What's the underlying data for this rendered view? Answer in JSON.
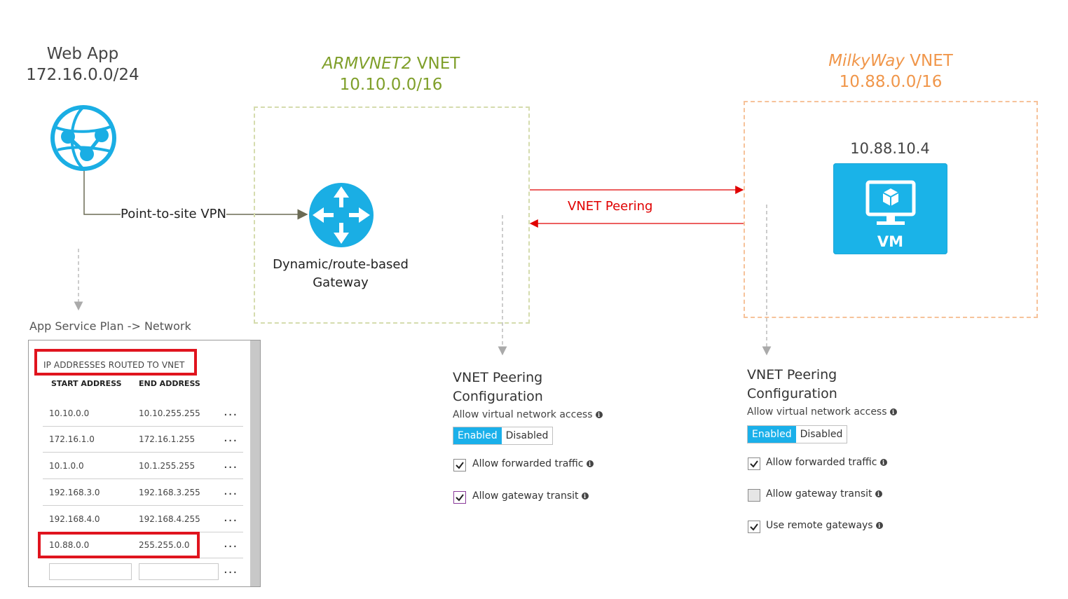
{
  "web_app": {
    "title": "Web App",
    "cidr": "172.16.0.0/24"
  },
  "arm_vnet": {
    "name": "ARMVNET2",
    "suffix": " VNET",
    "cidr": "10.10.0.0/16"
  },
  "milkyway_vnet": {
    "name": "MilkyWay",
    "suffix": " VNET",
    "cidr": "10.88.0.0/16"
  },
  "gateway": {
    "line1": "Dynamic/route-based",
    "line2": "Gateway"
  },
  "vm": {
    "ip": "10.88.10.4",
    "label": "VM"
  },
  "links": {
    "p2s": "Point-to-site VPN",
    "peering": "VNET Peering"
  },
  "app_service_plan": {
    "caption": "App Service Plan -> Network",
    "section_title": "IP ADDRESSES ROUTED TO VNET",
    "col_start": "START ADDRESS",
    "col_end": "END ADDRESS",
    "more": "...",
    "rows": [
      {
        "start": "10.10.0.0",
        "end": "10.10.255.255"
      },
      {
        "start": "172.16.1.0",
        "end": "172.16.1.255"
      },
      {
        "start": "10.1.0.0",
        "end": "10.1.255.255"
      },
      {
        "start": "192.168.3.0",
        "end": "192.168.3.255"
      },
      {
        "start": "192.168.4.0",
        "end": "192.168.4.255"
      },
      {
        "start": "10.88.0.0",
        "end": "255.255.0.0"
      }
    ]
  },
  "peering_left": {
    "title": "VNET Peering",
    "subtitle": "Configuration",
    "access_label": "Allow virtual network access",
    "enabled": "Enabled",
    "disabled": "Disabled",
    "forwarded": "Allow forwarded traffic",
    "gateway_transit": "Allow gateway transit"
  },
  "peering_right": {
    "title": "VNET Peering",
    "subtitle": "Configuration",
    "access_label": "Allow virtual network access",
    "enabled": "Enabled",
    "disabled": "Disabled",
    "forwarded": "Allow forwarded traffic",
    "gateway_transit": "Allow gateway transit",
    "remote_gateways": "Use remote gateways"
  },
  "colors": {
    "arm": "#7f9f2a",
    "milkyway": "#f0964a",
    "azure_blue": "#1ab3e8",
    "peering_red": "#e00000",
    "highlight_red": "#e0141e"
  }
}
